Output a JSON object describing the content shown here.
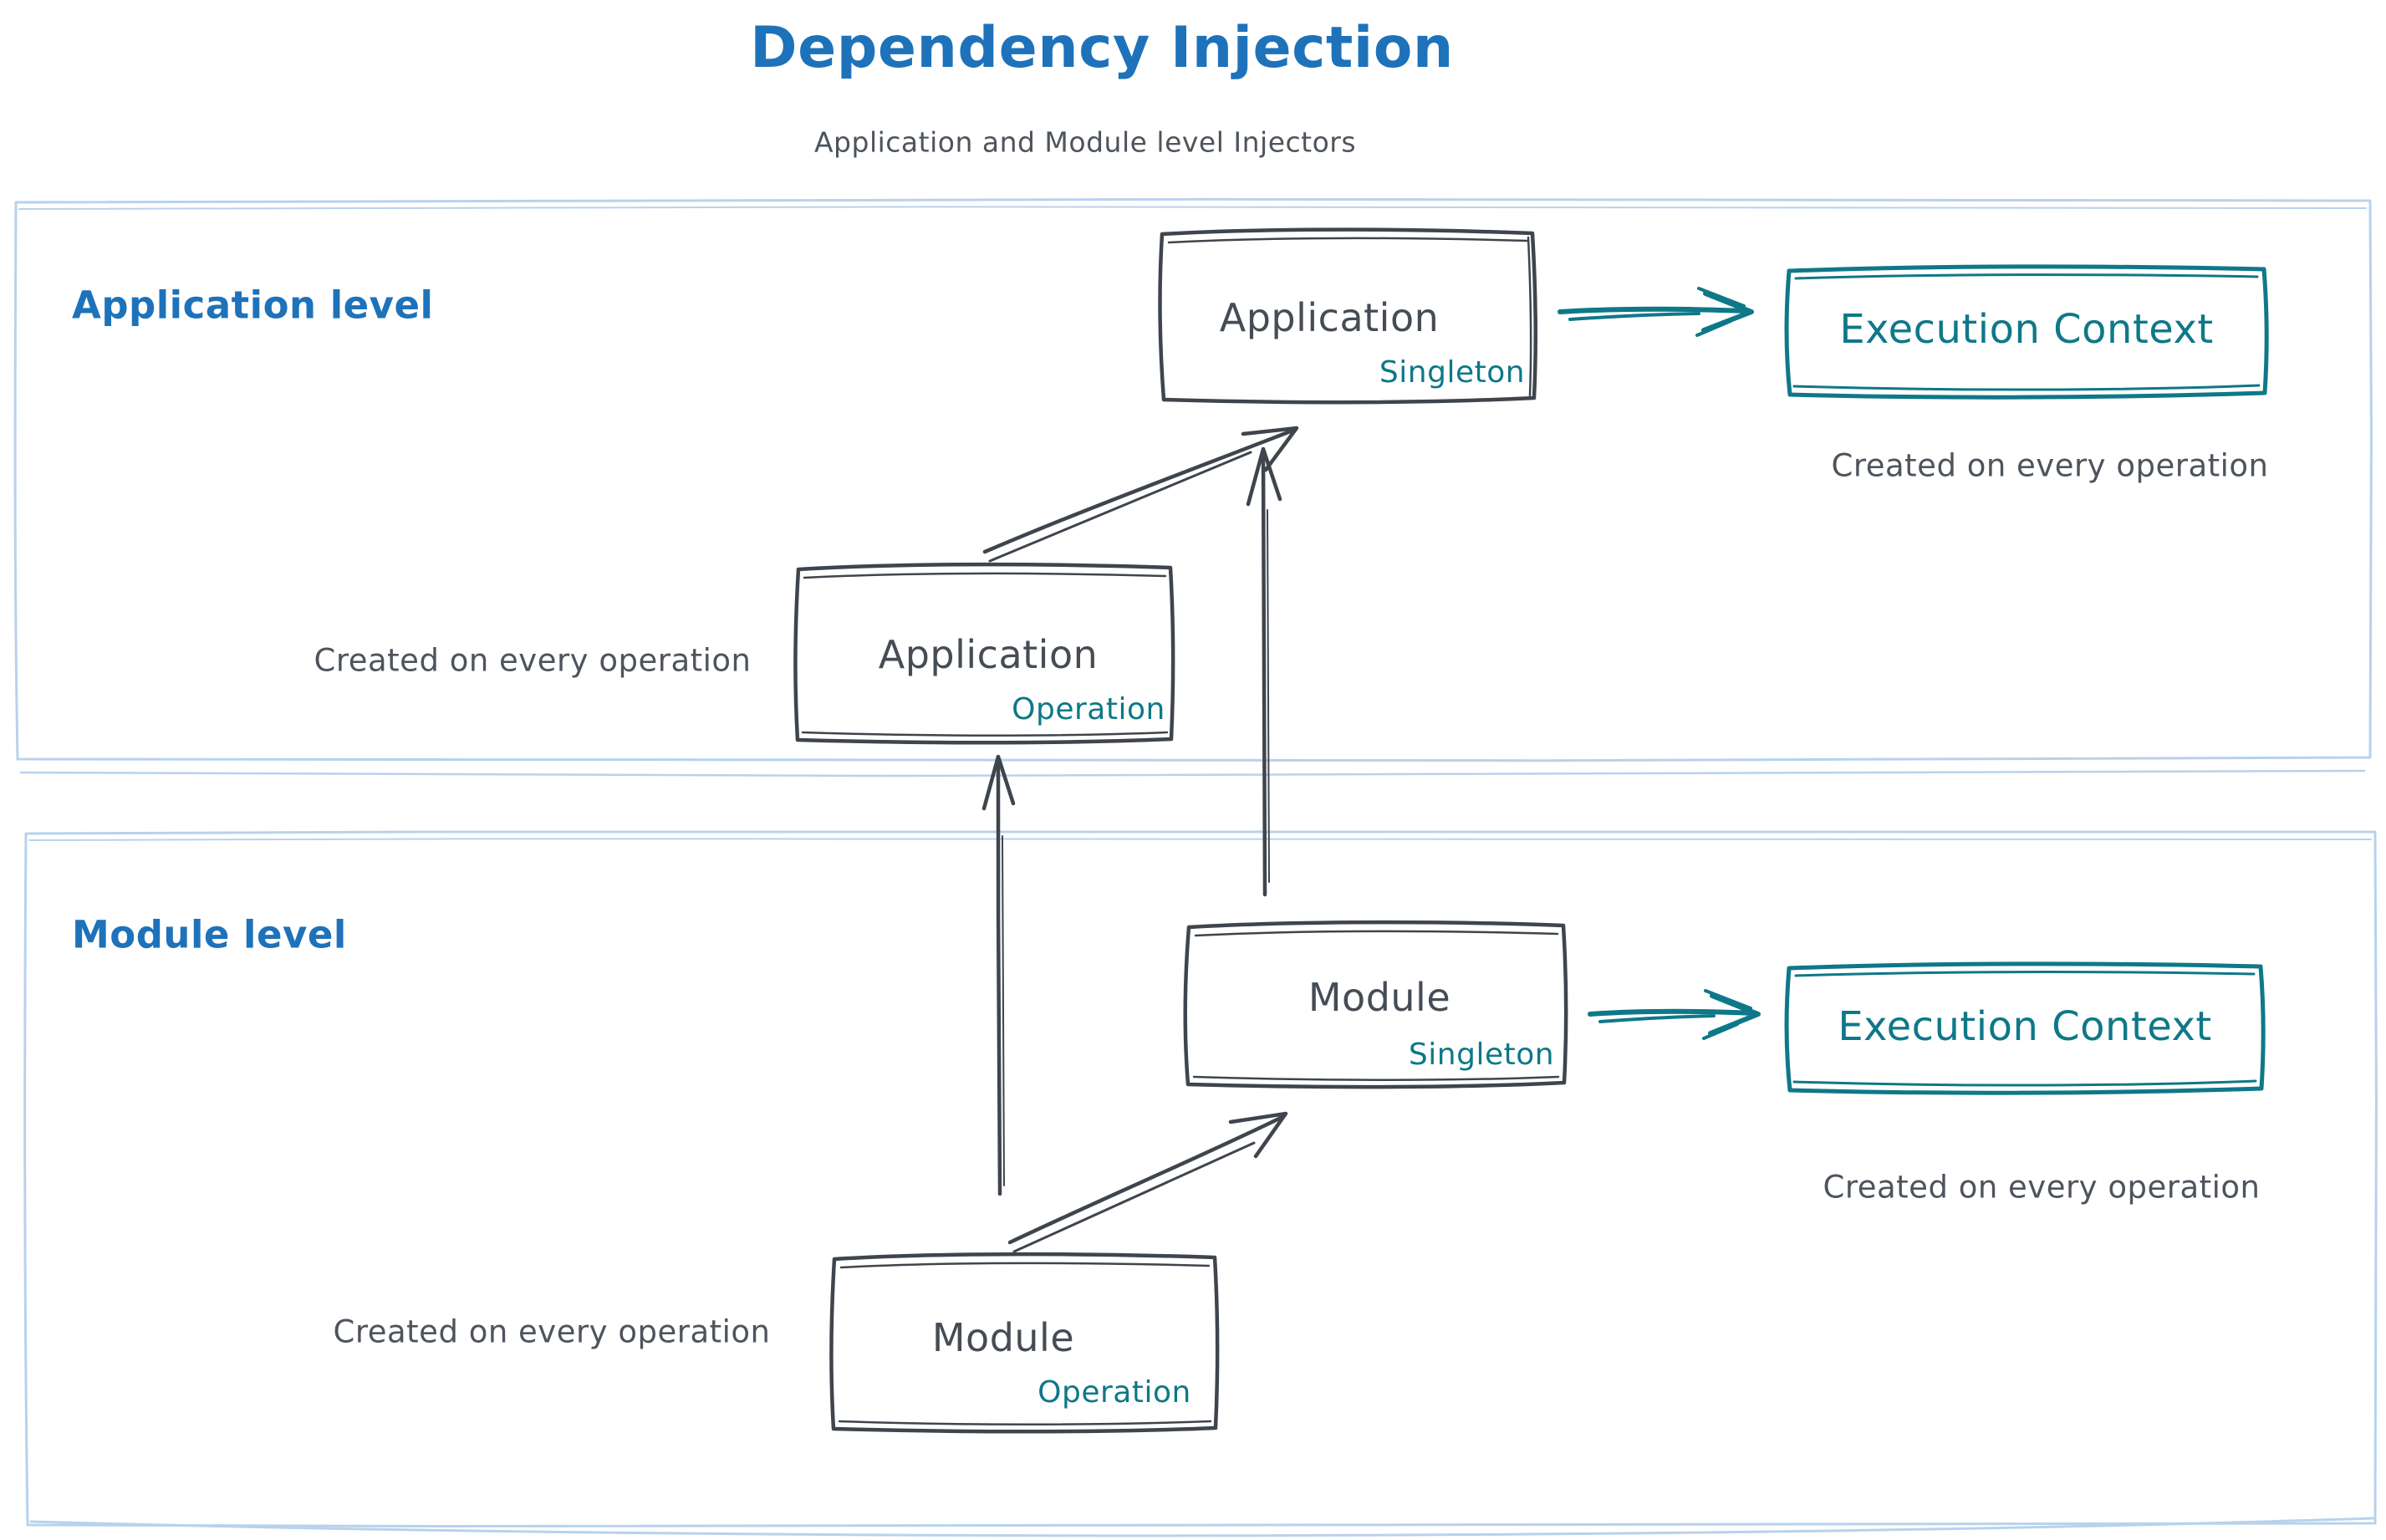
{
  "colors": {
    "title_blue": "#1e72ba",
    "teal_accent": "#0e7888",
    "dark_stroke": "#3f454d",
    "text_gray": "#4d545c",
    "section_border_blue": "#b8d2ec",
    "background": "#ffffff"
  },
  "header": {
    "title": "Dependency Injection",
    "subtitle": "Application and Module level Injectors"
  },
  "application_level": {
    "label": "Application level",
    "singleton_box": {
      "name": "Application",
      "scope": "Singleton"
    },
    "operation_box": {
      "name": "Application",
      "scope": "Operation"
    },
    "operation_note": "Created on every operation",
    "execution_context": {
      "label": "Execution Context",
      "note": "Created on every operation"
    }
  },
  "module_level": {
    "label": "Module level",
    "singleton_box": {
      "name": "Module",
      "scope": "Singleton"
    },
    "operation_box": {
      "name": "Module",
      "scope": "Operation"
    },
    "operation_note": "Created on every operation",
    "execution_context": {
      "label": "Execution Context",
      "note": "Created on every operation"
    }
  }
}
